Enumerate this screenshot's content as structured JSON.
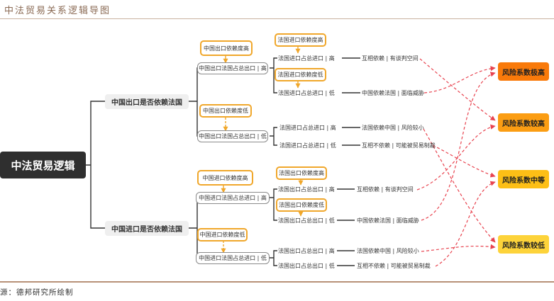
{
  "header": {
    "title": "中法贸易关系逻辑导图"
  },
  "footer": {
    "source": "源：德邦研究所绘制"
  },
  "root": {
    "label": "中法贸易逻辑"
  },
  "branches": [
    {
      "label": "中国出口是否依赖法国",
      "subs": [
        {
          "condition": "中国出口依赖度高",
          "label": "中国出口法国占总出口 | 高",
          "leaves": [
            {
              "condition": "法国进口依赖度高",
              "label": "法国进口占总进口 | 高",
              "result": "互相依赖 | 有谈判空间",
              "risk": "风险系数较高"
            },
            {
              "condition": "法国进口依赖度低",
              "label": "法国进口占总进口 | 低",
              "result": "中国依赖法国 | 面临威胁",
              "risk": "风险系数极高"
            }
          ]
        },
        {
          "condition": "中国出口依赖度低",
          "label": "中国出口法国占总出口 | 低",
          "leaves": [
            {
              "label": "法国进口占总进口 | 高",
              "result": "法国依赖中国 | 风险较小",
              "risk": "风险系数较低"
            },
            {
              "label": "法国进口占总进口 | 低",
              "result": "互相不依赖 | 可能被贸易制裁",
              "risk": "风险系数中等"
            }
          ]
        }
      ]
    },
    {
      "label": "中国进口是否依赖法国",
      "subs": [
        {
          "condition": "中国进口依赖度高",
          "label": "中国进口法国占总进口 | 高",
          "leaves": [
            {
              "condition": "法国出口依赖度高",
              "label": "法国出口占总出口 | 高",
              "result": "互相依赖 | 有谈判空间",
              "risk": "风险系数较高"
            },
            {
              "condition": "法国出口依赖度低",
              "label": "法国出口占总出口 | 低",
              "result": "中国依赖法国 | 面临威胁",
              "risk": "风险系数极高"
            }
          ]
        },
        {
          "condition": "中国进口依赖度低",
          "label": "中国进口法国占总进口 | 低",
          "leaves": [
            {
              "label": "法国出口占总出口 | 高",
              "result": "法国依赖中国 | 风险较小",
              "risk": "风险系数较低"
            },
            {
              "label": "法国出口占总出口 | 低",
              "result": "互相不依赖 | 可能被贸易制裁",
              "risk": "风险系数中等"
            }
          ]
        }
      ]
    }
  ],
  "risk_levels": [
    {
      "label": "风险系数极高",
      "color": "#f97a0a"
    },
    {
      "label": "风险系数较高",
      "color": "#fb9d13"
    },
    {
      "label": "风险系数中等",
      "color": "#fdbf16"
    },
    {
      "label": "风险系数较低",
      "color": "#fdd33a"
    }
  ],
  "colors": {
    "condition_border": "#f0a72b",
    "connector": "#e8434f",
    "root_bg": "#2f2f2f"
  }
}
